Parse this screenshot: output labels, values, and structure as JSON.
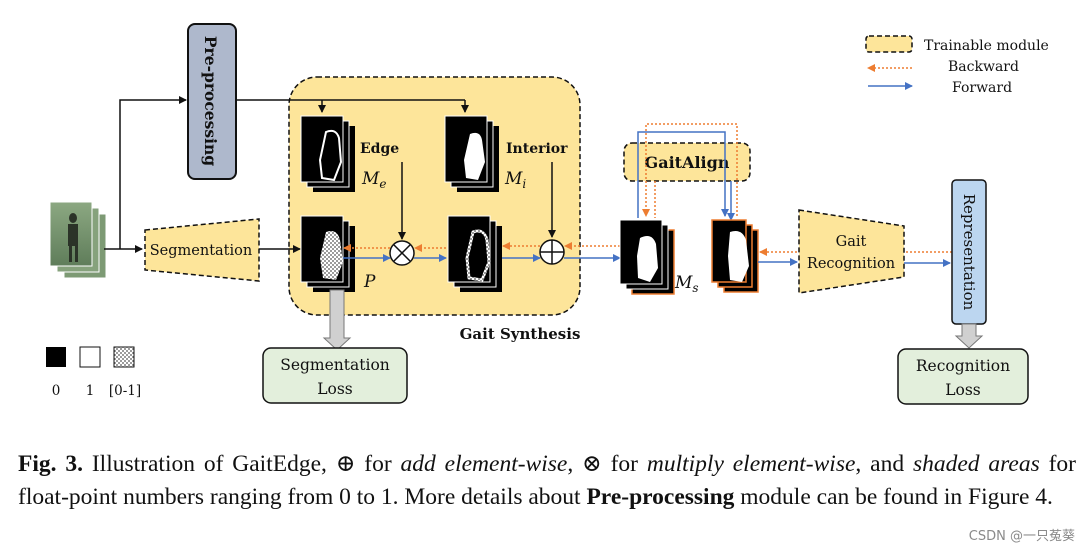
{
  "diagram": {
    "legend": {
      "trainable": "Trainable module",
      "backward": "Backward",
      "forward": "Forward"
    },
    "modules": {
      "preprocessing": "Pre-processing",
      "segmentation": "Segmentation",
      "gait_synthesis": "Gait Synthesis",
      "gaitalign": "GaitAlign",
      "gait_recognition_line1": "Gait",
      "gait_recognition_line2": "Recognition",
      "representation": "Representation"
    },
    "labels": {
      "edge": "Edge",
      "interior": "Interior",
      "me_base": "M",
      "me_sub": "e",
      "mi_base": "M",
      "mi_sub": "i",
      "ms_base": "M",
      "ms_sub": "s",
      "p": "P"
    },
    "losses": {
      "seg_line1": "Segmentation",
      "seg_line2": "Loss",
      "rec_line1": "Recognition",
      "rec_line2": "Loss"
    },
    "value_legend": {
      "black": "0",
      "white": "1",
      "shaded": "[0-1]"
    },
    "colors": {
      "trainable_fill": "#fde59a",
      "preprocessing_fill": "#aeb8cc",
      "representation_fill": "#bcd6f0",
      "loss_fill": "#e3efdc",
      "forward": "#4472c4",
      "backward": "#ed7d31"
    }
  },
  "caption": {
    "fig_label": "Fig. 3.",
    "text1": " Illustration of GaitEdge, ⊕ for ",
    "add_it": "add element-wise",
    "text2": ", ⊗ for ",
    "mul_it": "multiply element-wise",
    "text3": ", and ",
    "shaded_it": "shaded areas",
    "text4": " for float-point numbers ranging from 0 to 1. More details about ",
    "pre_bold": "Pre-processing",
    "text5": " module can be found in Figure 4."
  },
  "watermark": "CSDN @一只菟葵"
}
